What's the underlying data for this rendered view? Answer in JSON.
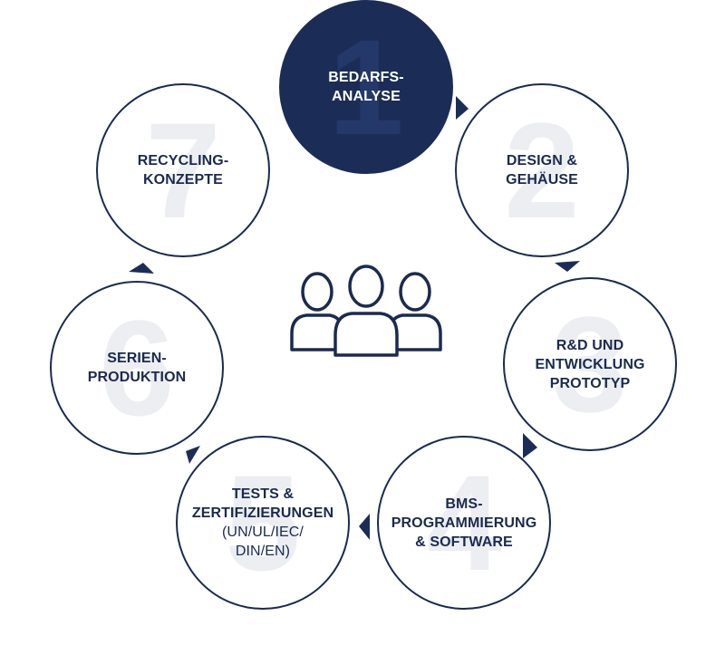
{
  "colors": {
    "navy": "#1b2d57",
    "outline": "#1b2a4f",
    "ghost_number": "#eceef2",
    "background": "#ffffff"
  },
  "center": {
    "icon": "people-group-icon"
  },
  "steps": [
    {
      "number": "1",
      "lines": [
        "BEDARFS-",
        "ANALYSE"
      ],
      "active": true
    },
    {
      "number": "2",
      "lines": [
        "DESIGN &",
        "GEHÄUSE"
      ],
      "active": false
    },
    {
      "number": "3",
      "lines": [
        "R&D UND",
        "ENTWICKLUNG",
        "PROTOTYP"
      ],
      "active": false
    },
    {
      "number": "4",
      "lines": [
        "BMS-",
        "PROGRAMMIERUNG",
        "& SOFTWARE"
      ],
      "active": false
    },
    {
      "number": "5",
      "lines": [
        "TESTS &",
        "ZERTIFIZIERUNGEN"
      ],
      "sub_lines": [
        "(UN/UL/IEC/",
        "DIN/EN)"
      ],
      "active": false
    },
    {
      "number": "6",
      "lines": [
        "SERIEN-",
        "PRODUKTION"
      ],
      "active": false
    },
    {
      "number": "7",
      "lines": [
        "RECYCLING-",
        "KONZEPTE"
      ],
      "active": false
    }
  ]
}
